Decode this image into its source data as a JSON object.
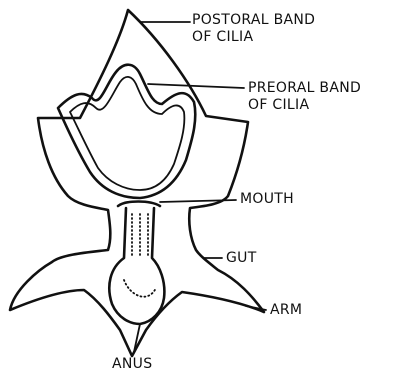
{
  "labels": {
    "postoral_line1": "POSTORAL BAND",
    "postoral_line2": "OF CILIA",
    "preoral_line1": "PREORAL BAND",
    "preoral_line2": "OF CILIA",
    "mouth": "MOUTH",
    "gut": "GUT",
    "arm": "ARM",
    "anus": "ANUS"
  }
}
